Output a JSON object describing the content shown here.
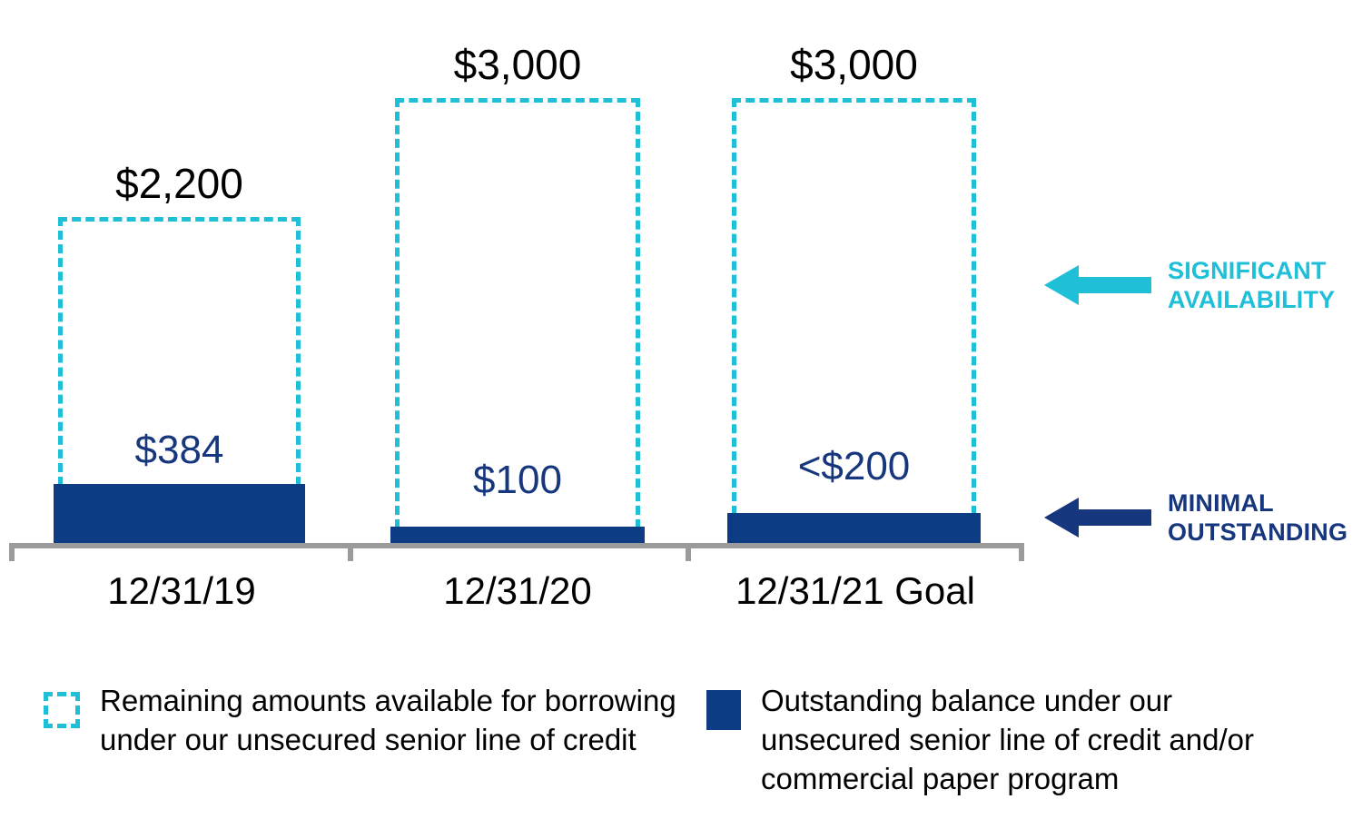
{
  "chart_data": {
    "type": "bar",
    "title": "",
    "subtitle": "",
    "xlabel": "",
    "ylabel": "",
    "categories": [
      "12/31/19",
      "12/31/20",
      "12/31/21 Goal"
    ],
    "series": [
      {
        "name": "Outstanding balance under our unsecured senior line of credit and/or commercial paper program",
        "color": "#0c3c84",
        "style": "solid",
        "values": [
          384,
          100,
          200
        ],
        "labels": [
          "$384",
          "$100",
          "<$200"
        ]
      },
      {
        "name": "Remaining amounts available for borrowing under our unsecured senior line of credit",
        "color": "#1fbfd8",
        "style": "dashed",
        "values": [
          2200,
          3000,
          3000
        ],
        "labels": [
          "$2,200",
          "$3,000",
          "$3,000"
        ]
      }
    ],
    "ylim": [
      0,
      3200
    ],
    "grid": false,
    "legend_position": "bottom",
    "units": "USD millions",
    "annotations": [
      {
        "text": "SIGNIFICANT AVAILABILITY",
        "color": "#1fbfd8",
        "arrow": "left"
      },
      {
        "text": "MINIMAL OUTSTANDING",
        "color": "#16367e",
        "arrow": "left"
      }
    ]
  },
  "bars": [
    {
      "category": "12/31/19",
      "total_label": "$2,200",
      "outstanding_label": "$384"
    },
    {
      "category": "12/31/20",
      "total_label": "$3,000",
      "outstanding_label": "$100"
    },
    {
      "category": "12/31/21 Goal",
      "total_label": "$3,000",
      "outstanding_label": "<$200"
    }
  ],
  "callouts": {
    "significant": {
      "line1": "SIGNIFICANT",
      "line2": "AVAILABILITY",
      "text": "SIGNIFICANT\nAVAILABILITY",
      "color": "#1fbfd8"
    },
    "minimal": {
      "line1": "MINIMAL",
      "line2": "OUTSTANDING",
      "text": "MINIMAL\nOUTSTANDING",
      "color": "#16367e"
    }
  },
  "legend": {
    "available": {
      "text": "Remaining amounts available for borrowing\nunder our unsecured senior line of credit",
      "color": "#1fbfd8"
    },
    "outstanding": {
      "text": "Outstanding balance under our\nunsecured senior line of credit and/or\ncommercial paper program",
      "color": "#0c3c84"
    }
  },
  "colors": {
    "cyan": "#1fbfd8",
    "navy": "#0c3c84",
    "label_navy": "#16367e",
    "axis_gray": "#9b9b9b",
    "background": "#ffffff"
  }
}
